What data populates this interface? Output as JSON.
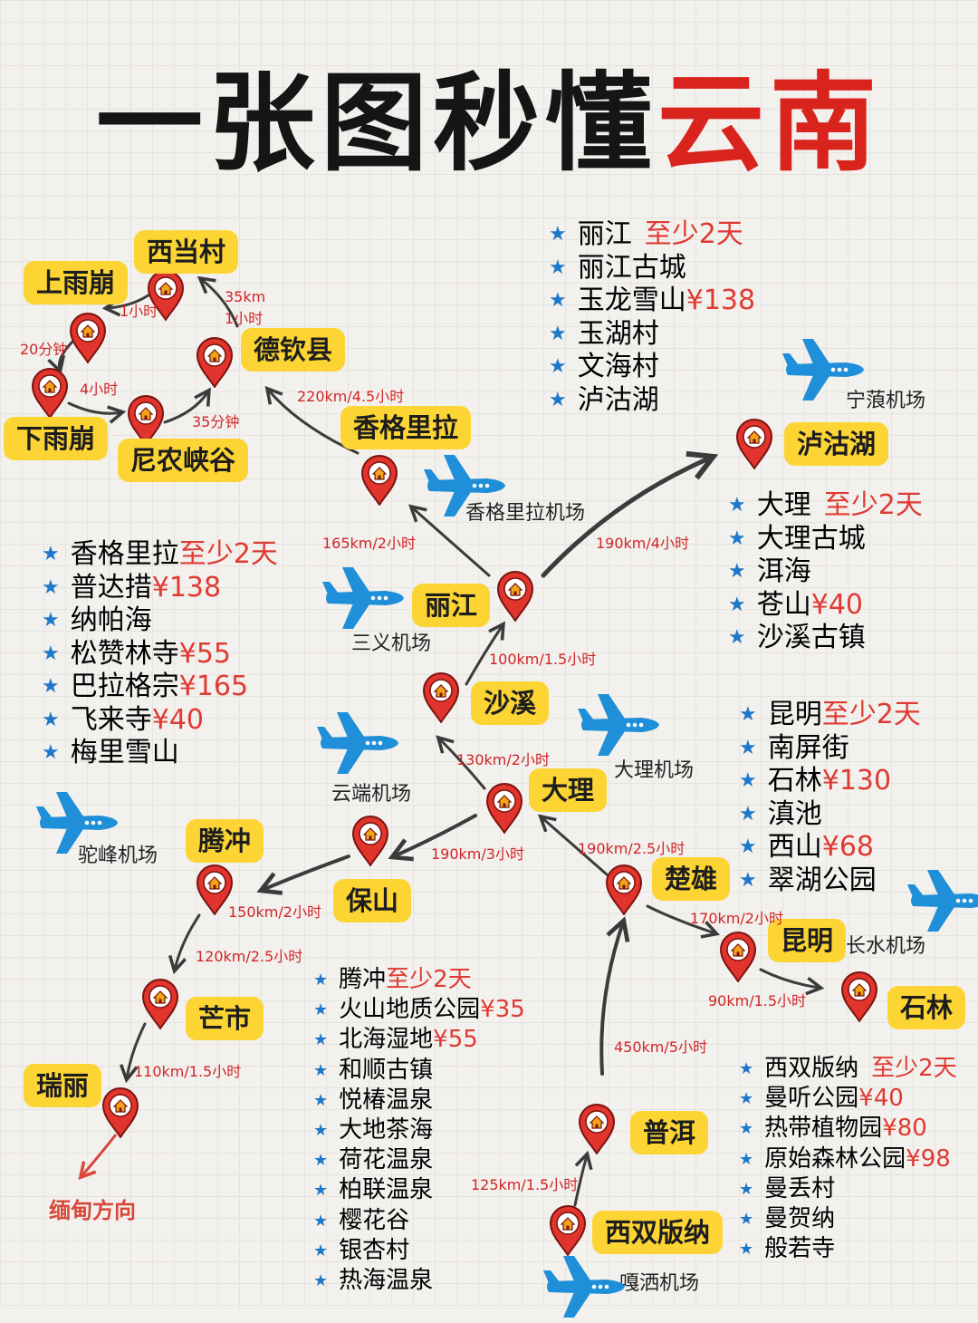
{
  "title": {
    "part1": "一张图秒懂",
    "part2": "云南"
  },
  "colors": {
    "title_red": "#d9241d",
    "label_yellow": "#fcd535",
    "pin_red": "#e0342c",
    "plane_blue": "#1e8fd8",
    "star_blue": "#1e78c8",
    "price_red": "#df3a32"
  },
  "places": {
    "xidangcun": "西当村",
    "shangyubeng": "上雨崩",
    "deqin": "德钦县",
    "xiayubeng": "下雨崩",
    "niinong": "尼农峡谷",
    "shangri_la": "香格里拉",
    "lugu_lake": "泸沽湖",
    "lijiang": "丽江",
    "shaxi": "沙溪",
    "dali": "大理",
    "tengchong": "腾冲",
    "baoshan": "保山",
    "chuxiong": "楚雄",
    "kunming": "昆明",
    "mangshi": "芒市",
    "ruili": "瑞丽",
    "shilin": "石林",
    "puer": "普洱",
    "xishuangbanna": "西双版纳"
  },
  "distances": {
    "d1": "35km",
    "d1b": "1小时",
    "d2": "1小时",
    "d3": "20分钟",
    "d4": "4小时",
    "d5": "35分钟",
    "d6": "220km/4.5小时",
    "d7": "165km/2小时",
    "d8": "190km/4小时",
    "d9": "100km/1.5小时",
    "d10": "130km/2小时",
    "d11": "190km/3小时",
    "d12": "190km/2.5小时",
    "d13": "150km/2小时",
    "d14": "120km/2.5小时",
    "d15": "170km/2小时",
    "d16": "90km/1.5小时",
    "d17": "110km/1.5小时",
    "d18": "450km/5小时",
    "d19": "125km/1.5小时"
  },
  "airports": {
    "ninglang": "宁蒗机场",
    "shangri_la": "香格里拉机场",
    "sanyi": "三义机场",
    "dali": "大理机场",
    "yunduan": "云端机场",
    "tuofeng": "驼峰机场",
    "changshui": "长水机场",
    "gasa": "嘎洒机场"
  },
  "direction": "缅甸方向",
  "lists": {
    "lijiang": [
      {
        "name": "丽江",
        "extra": "至少2天"
      },
      {
        "name": "丽江古城",
        "extra": ""
      },
      {
        "name": "玉龙雪山",
        "extra": "¥138"
      },
      {
        "name": "玉湖村",
        "extra": ""
      },
      {
        "name": "文海村",
        "extra": ""
      },
      {
        "name": "泸沽湖",
        "extra": ""
      }
    ],
    "shangri_la": [
      {
        "name": "香格里拉",
        "extra": "至少2天"
      },
      {
        "name": "普达措",
        "extra": "¥138"
      },
      {
        "name": "纳帕海",
        "extra": ""
      },
      {
        "name": "松赞林寺",
        "extra": "¥55"
      },
      {
        "name": "巴拉格宗",
        "extra": "¥165"
      },
      {
        "name": "飞来寺",
        "extra": "¥40"
      },
      {
        "name": "梅里雪山",
        "extra": ""
      }
    ],
    "dali": [
      {
        "name": "大理",
        "extra": "至少2天"
      },
      {
        "name": "大理古城",
        "extra": ""
      },
      {
        "name": "洱海",
        "extra": ""
      },
      {
        "name": "苍山",
        "extra": "¥40"
      },
      {
        "name": "沙溪古镇",
        "extra": ""
      }
    ],
    "kunming": [
      {
        "name": "昆明",
        "extra": "至少2天"
      },
      {
        "name": "南屏街",
        "extra": ""
      },
      {
        "name": "石林",
        "extra": "¥130"
      },
      {
        "name": "滇池",
        "extra": ""
      },
      {
        "name": "西山",
        "extra": "¥68"
      },
      {
        "name": "翠湖公园",
        "extra": ""
      }
    ],
    "tengchong": [
      {
        "name": "腾冲",
        "extra": "至少2天"
      },
      {
        "name": "火山地质公园",
        "extra": "¥35"
      },
      {
        "name": "北海湿地",
        "extra": "¥55"
      },
      {
        "name": "和顺古镇",
        "extra": ""
      },
      {
        "name": "悦椿温泉",
        "extra": ""
      },
      {
        "name": "大地茶海",
        "extra": ""
      },
      {
        "name": "荷花温泉",
        "extra": ""
      },
      {
        "name": "柏联温泉",
        "extra": ""
      },
      {
        "name": "樱花谷",
        "extra": ""
      },
      {
        "name": "银杏村",
        "extra": ""
      },
      {
        "name": "热海温泉",
        "extra": ""
      }
    ],
    "xishuangbanna": [
      {
        "name": "西双版纳",
        "extra": "至少2天"
      },
      {
        "name": "曼听公园",
        "extra": "¥40"
      },
      {
        "name": "热带植物园",
        "extra": "¥80"
      },
      {
        "name": "原始森林公园",
        "extra": "¥98"
      },
      {
        "name": "曼丢村",
        "extra": ""
      },
      {
        "name": "曼贺纳",
        "extra": ""
      },
      {
        "name": "般若寺",
        "extra": ""
      }
    ]
  }
}
